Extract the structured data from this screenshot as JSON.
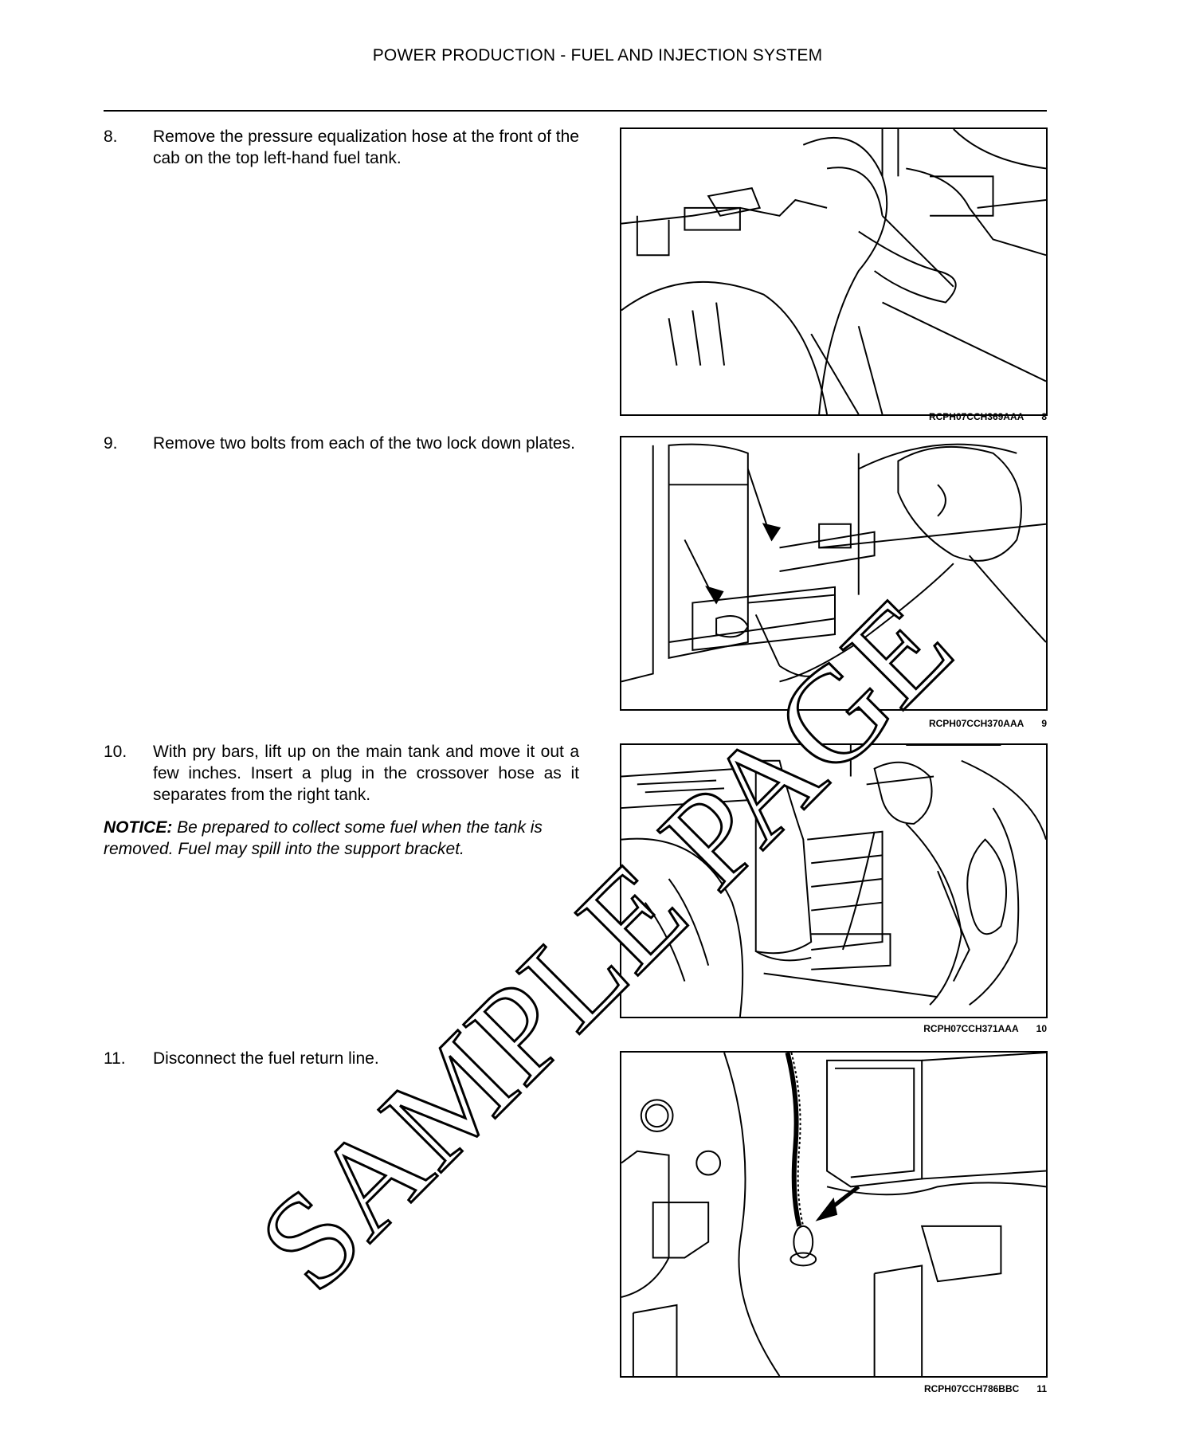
{
  "header": {
    "title": "POWER PRODUCTION - FUEL AND INJECTION SYSTEM"
  },
  "steps": [
    {
      "number": "8.",
      "text": "Remove the pressure equalization hose at the front of the cab on the top left-hand fuel tank."
    },
    {
      "number": "9.",
      "text": "Remove two bolts from each of the two lock down plates."
    },
    {
      "number": "10.",
      "text": "With pry bars, lift up on the main tank and move it out a few inches.  Insert a plug in the crossover hose as it separates from the right tank."
    },
    {
      "number": "11.",
      "text": "Disconnect the fuel return line."
    }
  ],
  "notice": {
    "label": "NOTICE:",
    "text": " Be prepared to collect some fuel when the tank is removed.  Fuel may spill into the support bracket."
  },
  "figures": [
    {
      "code": "RCPH07CCH369AAA",
      "number": "8"
    },
    {
      "code": "RCPH07CCH370AAA",
      "number": "9"
    },
    {
      "code": "RCPH07CCH371AAA",
      "number": "10"
    },
    {
      "code": "RCPH07CCH786BBC",
      "number": "11"
    }
  ],
  "watermark": {
    "text": "SAMPLE PAGE"
  }
}
